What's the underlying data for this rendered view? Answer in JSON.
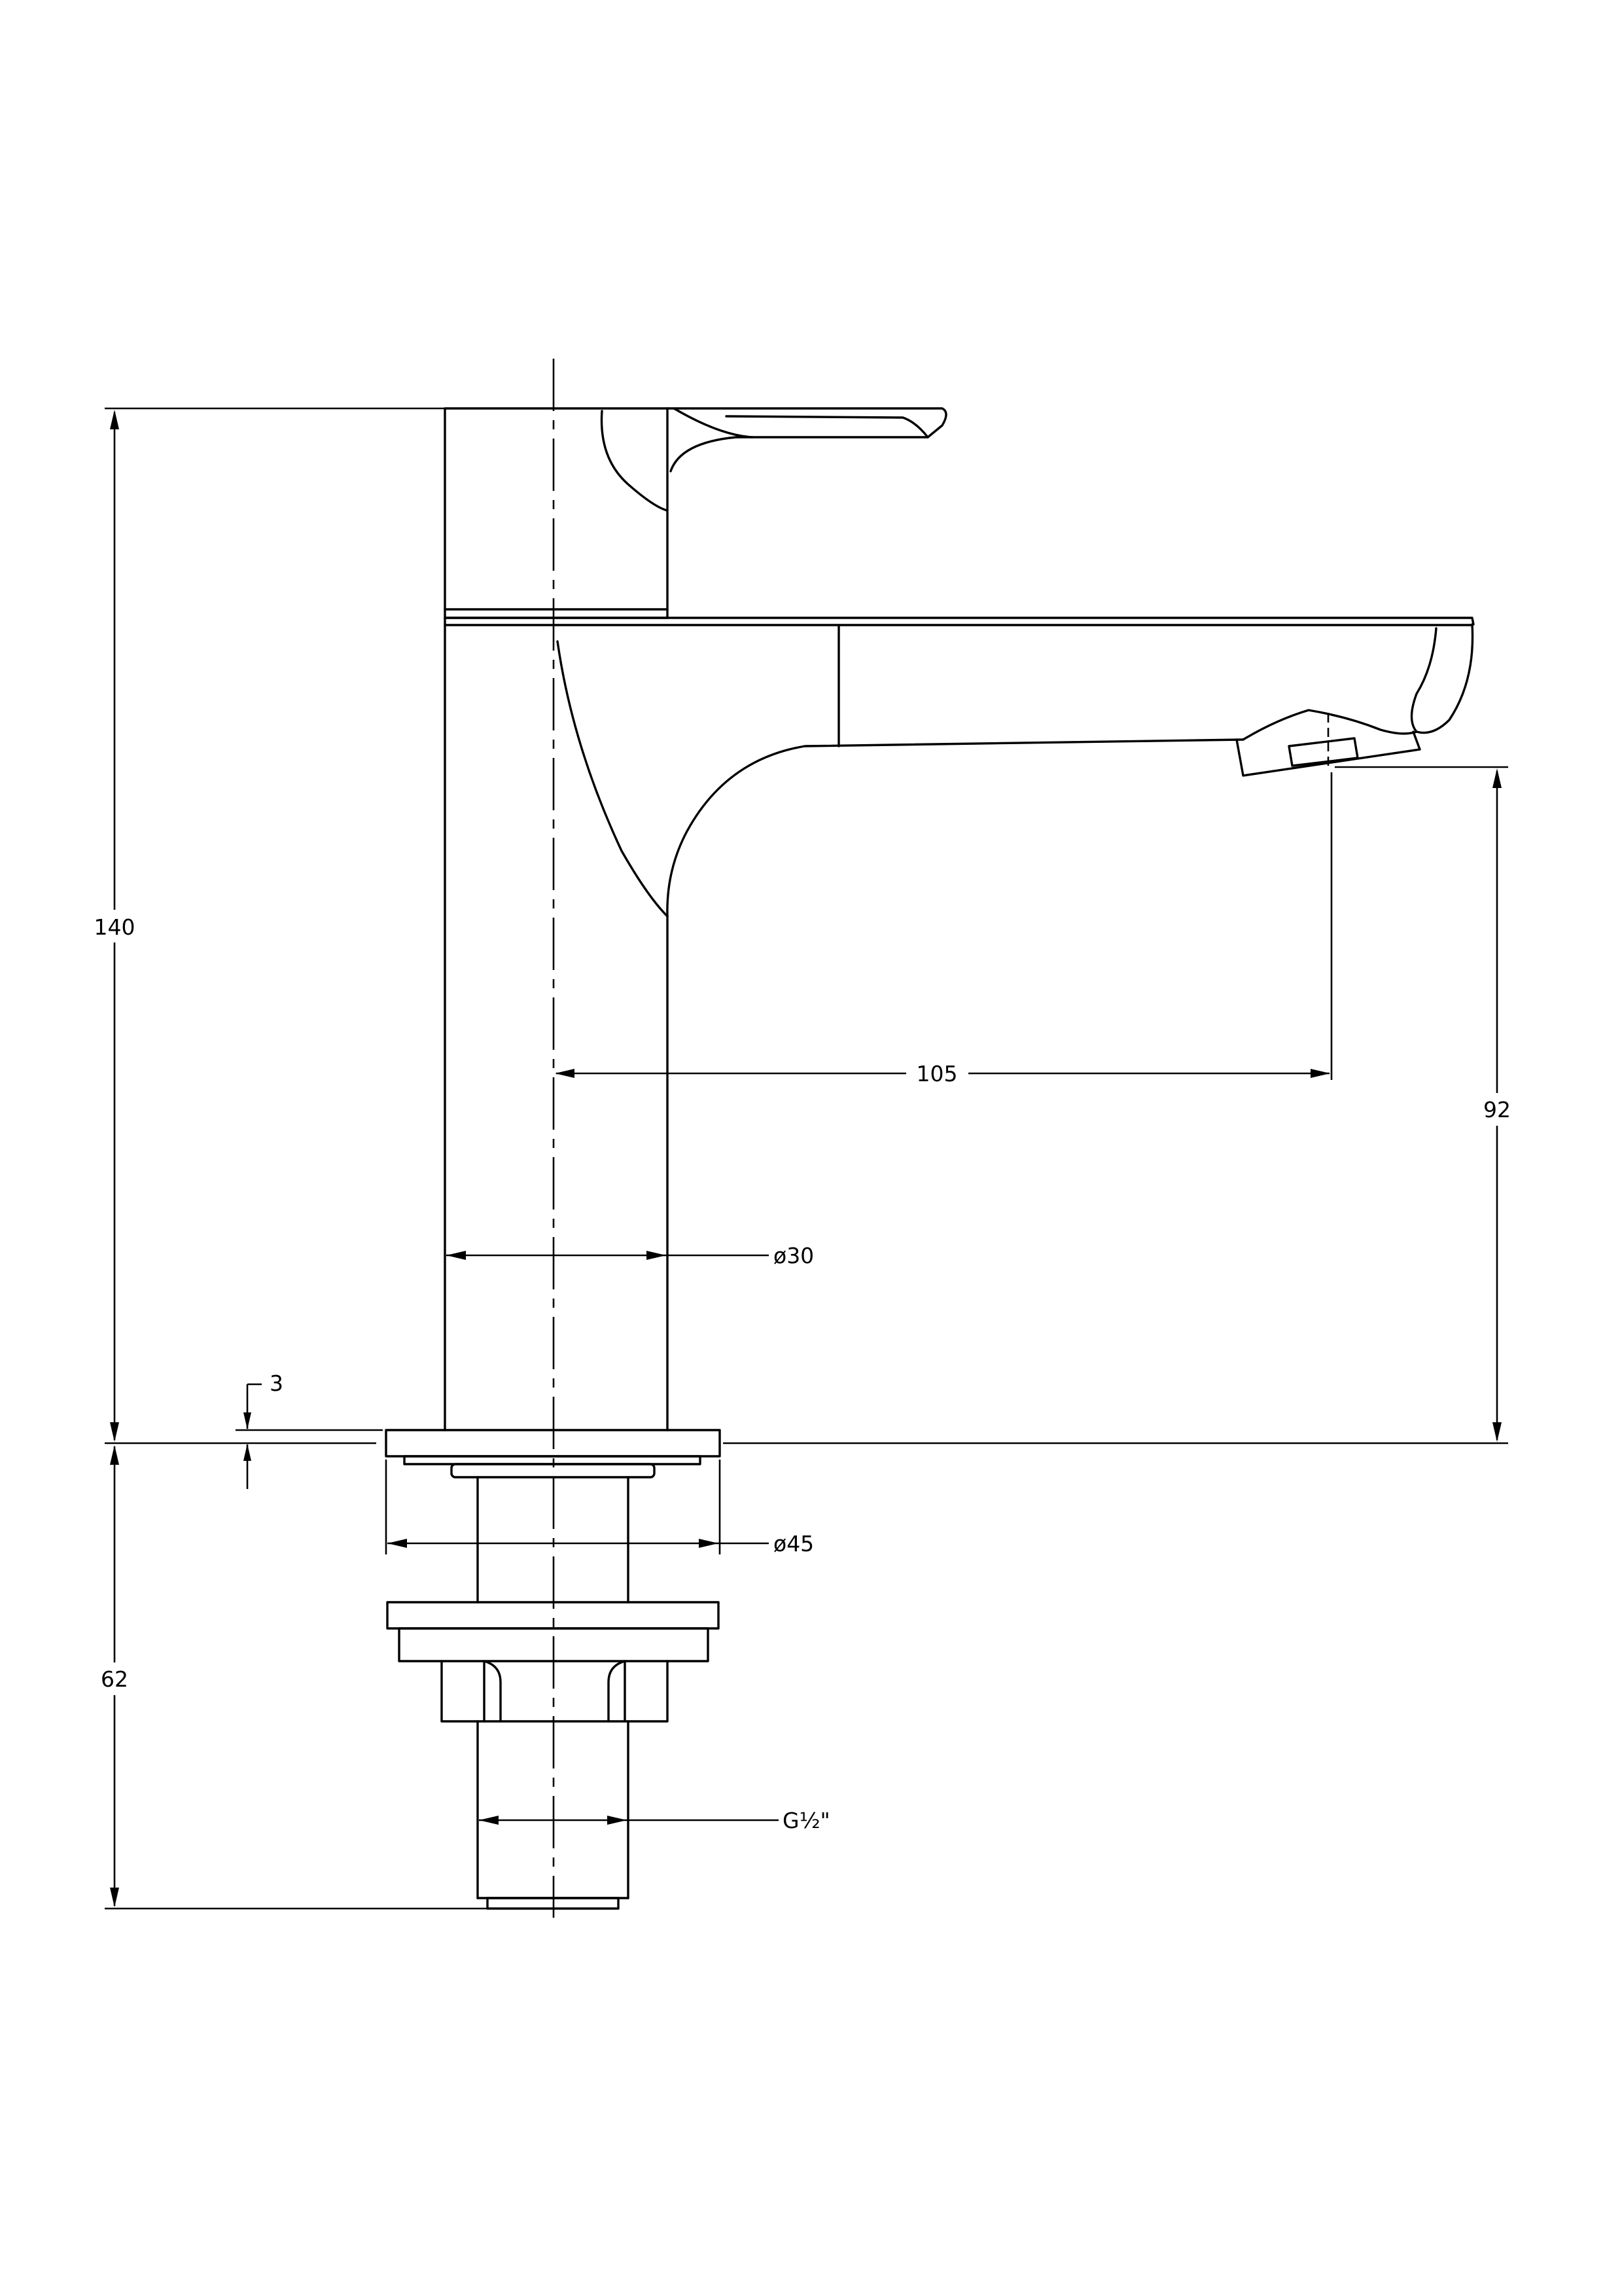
{
  "dimensions": {
    "total_height": "140",
    "spout_height": "92",
    "spout_reach": "105",
    "body_diameter": "ø30",
    "base_diameter": "ø45",
    "flange_thickness": "3",
    "shank_length": "62",
    "thread": "G½\""
  },
  "colors": {
    "line": "#000000",
    "background": "#ffffff"
  }
}
